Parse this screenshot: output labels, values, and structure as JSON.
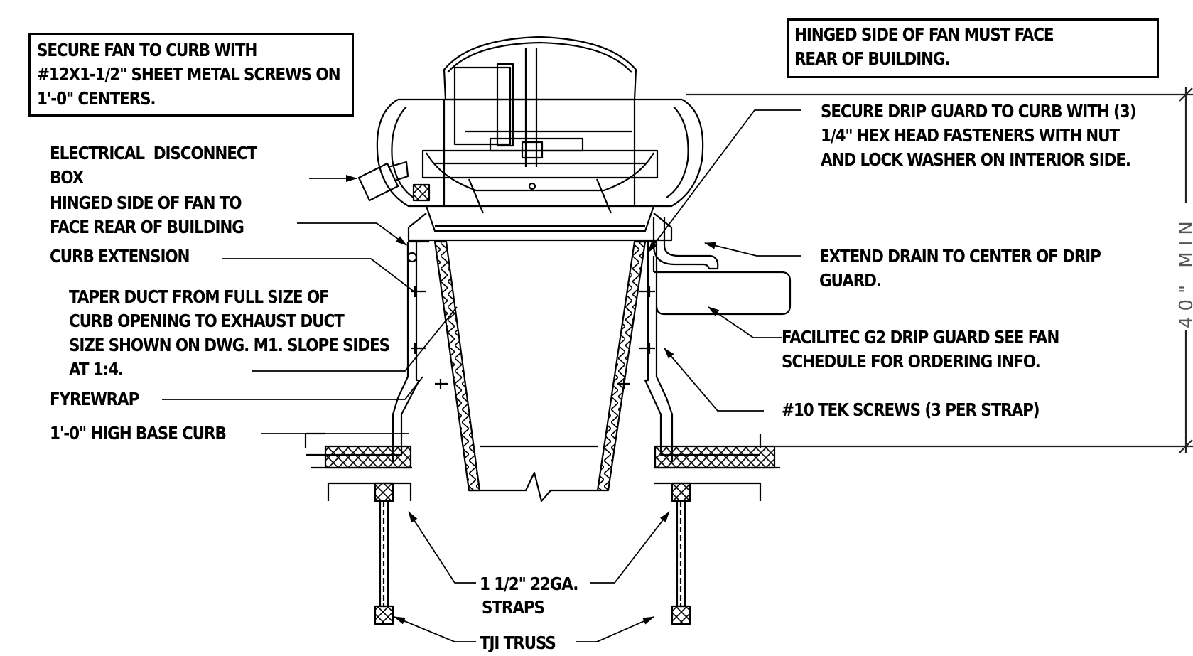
{
  "notes": {
    "secure_fan": [
      "SECURE FAN TO CURB WITH",
      "#12X1-1/2\" SHEET METAL SCREWS ON",
      "1'-0\" CENTERS."
    ],
    "hinged_face": [
      "HINGED SIDE OF FAN MUST FACE",
      "REAR OF BUILDING."
    ]
  },
  "callouts": {
    "electrical_disconnect": [
      "ELECTRICAL  DISCONNECT",
      "BOX"
    ],
    "hinged_side": [
      "HINGED SIDE OF FAN TO",
      "FACE REAR OF BUILDING"
    ],
    "curb_extension": [
      "CURB EXTENSION"
    ],
    "taper_duct": [
      "TAPER DUCT FROM FULL SIZE OF",
      "CURB OPENING TO EXHAUST DUCT",
      "SIZE SHOWN ON DWG. M1. SLOPE SIDES",
      "AT 1:4."
    ],
    "fyrewrap": [
      "FYREWRAP"
    ],
    "base_curb": [
      "1'-0\" HIGH BASE CURB"
    ],
    "drip_guard_secure": [
      "SECURE DRIP GUARD TO CURB WITH (3)",
      "1/4\" HEX HEAD FASTENERS WITH NUT",
      "AND LOCK WASHER ON INTERIOR SIDE."
    ],
    "extend_drain": [
      "EXTEND DRAIN TO CENTER OF DRIP",
      "GUARD."
    ],
    "facilitec": [
      "FACILITEC G2 DRIP GUARD SEE FAN",
      "SCHEDULE FOR ORDERING INFO."
    ],
    "tek_screws": [
      "#10 TEK SCREWS (3 PER STRAP)"
    ],
    "straps": [
      "1 1/2\" 22GA.",
      "STRAPS"
    ],
    "tji_truss": [
      "TJI TRUSS"
    ]
  },
  "dimension": {
    "label": "40\" MIN"
  },
  "colors": {
    "ink": "#000000",
    "paper": "#ffffff",
    "dimension": "#555555"
  }
}
